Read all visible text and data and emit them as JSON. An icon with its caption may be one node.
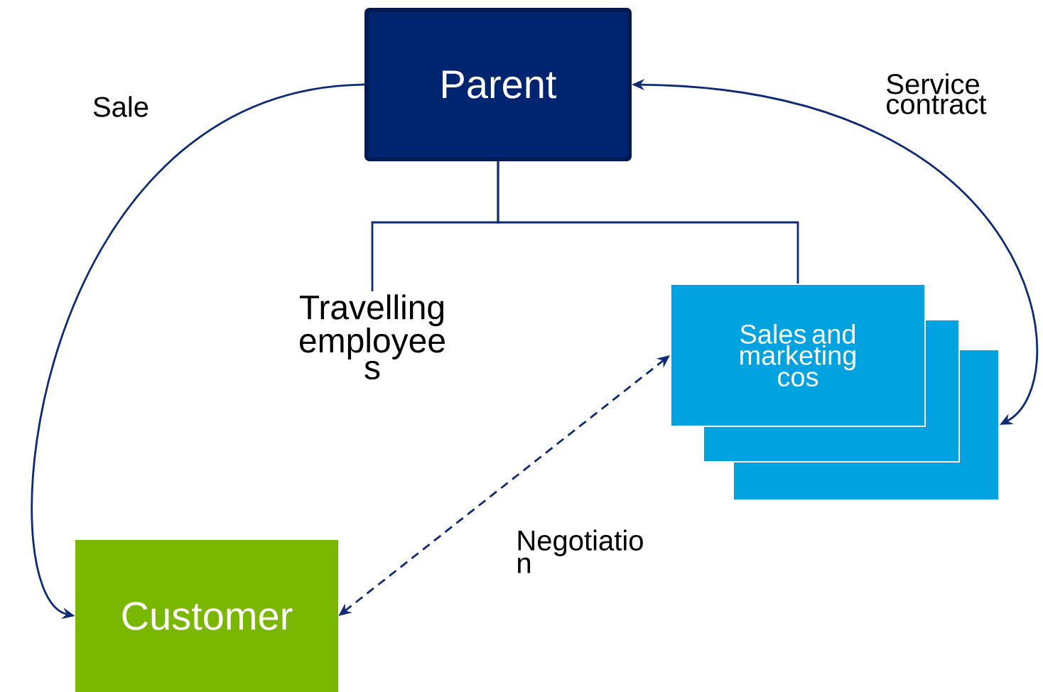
{
  "diagram": {
    "nodes": [
      {
        "text": [
          "Parent"
        ]
      },
      {
        "text": [
          "Travelling employee s"
        ]
      },
      {
        "text": [
          "Sales and marketing cos"
        ]
      },
      {
        "text": [],
        "shape": "box"
      },
      {
        "text": [],
        "shape": "box"
      },
      {
        "text": [
          "Customer"
        ]
      }
    ],
    "edges": [
      {
        "from": 0,
        "to": 5,
        "arrow": "to",
        "label": "Sale"
      },
      {
        "from": 0,
        "to": 4,
        "arrow": "both",
        "label": "Service contract"
      },
      {
        "from": 5,
        "to": 2,
        "arrow": "both",
        "style": "dashed",
        "label": "Negotiatio n"
      },
      {
        "from": 0,
        "to": 1,
        "arrow": "none"
      },
      {
        "from": 0,
        "to": 2,
        "arrow": "none"
      }
    ]
  }
}
